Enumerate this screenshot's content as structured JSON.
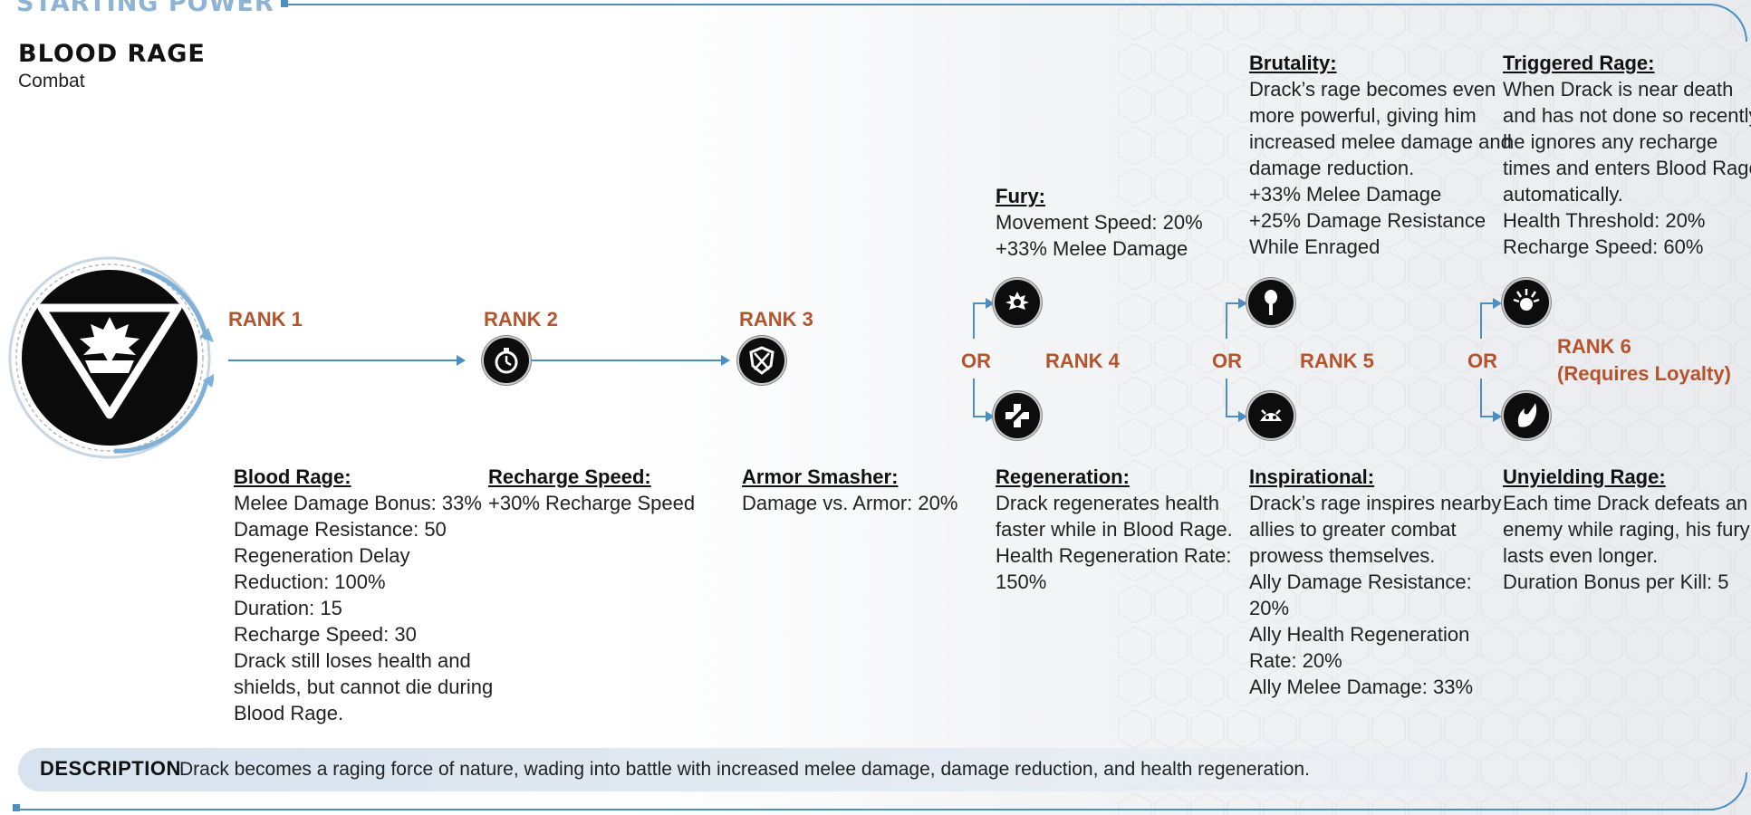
{
  "header": {
    "section": "STARTING POWER",
    "power_name": "BLOOD RAGE",
    "category": "Combat"
  },
  "ranks": [
    {
      "label": "RANK 1"
    },
    {
      "label": "RANK 2"
    },
    {
      "label": "RANK 3"
    },
    {
      "label": "RANK 4"
    },
    {
      "label": "RANK 5"
    },
    {
      "label": "RANK 6",
      "sublabel": "(Requires Loyalty)"
    }
  ],
  "or_label": "OR",
  "skills": {
    "blood_rage": {
      "title": "Blood Rage:",
      "lines": [
        "Melee Damage Bonus: 33%",
        "Damage Resistance: 50",
        "Regeneration Delay",
        "Reduction: 100%",
        "Duration: 15",
        "Recharge Speed: 30",
        "Drack still loses health and",
        "shields, but cannot die during",
        "Blood Rage."
      ]
    },
    "recharge_speed": {
      "title": "Recharge Speed:",
      "lines": [
        "+30% Recharge Speed"
      ],
      "icon": "stopwatch-icon"
    },
    "armor_smasher": {
      "title": "Armor Smasher:",
      "lines": [
        "Damage vs. Armor: 20%"
      ],
      "icon": "shield-broken-icon"
    },
    "fury": {
      "title": "Fury:",
      "lines": [
        "Movement Speed: 20%",
        "+33% Melee Damage"
      ],
      "icon": "crown-fist-icon"
    },
    "regeneration": {
      "title": "Regeneration:",
      "lines": [
        "Drack regenerates health",
        "faster while in Blood Rage.",
        "Health Regeneration Rate:",
        "150%"
      ],
      "icon": "cross-heal-icon"
    },
    "brutality": {
      "title": "Brutality:",
      "lines": [
        "Drack’s rage becomes even",
        "more powerful, giving him",
        "increased melee damage and",
        "damage reduction.",
        "+33% Melee Damage",
        "+25% Damage Resistance",
        "While Enraged"
      ],
      "icon": "torch-icon"
    },
    "inspirational": {
      "title": "Inspirational:",
      "lines": [
        "Drack’s rage inspires nearby",
        "allies to greater combat",
        "prowess themselves.",
        "Ally Damage Resistance:",
        "20%",
        "Ally Health Regeneration",
        "Rate: 20%",
        "Ally Melee Damage: 33%"
      ],
      "icon": "beast-face-icon"
    },
    "triggered_rage": {
      "title": "Triggered Rage:",
      "lines": [
        "When Drack is near death",
        "and has not done so recently,",
        "he ignores any recharge",
        "times and enters Blood Rage",
        "automatically.",
        "Health Threshold: 20%",
        "Recharge Speed: 60%"
      ],
      "icon": "burst-icon"
    },
    "unyielding_rage": {
      "title": "Unyielding Rage:",
      "lines": [
        "Each time Drack defeats an",
        "enemy while raging, his fury",
        "lasts even longer.",
        "Duration Bonus per Kill: 5"
      ],
      "icon": "flame-claw-icon"
    }
  },
  "description": {
    "label": "DESCRIPTION",
    "text": "Drack becomes a raging force of nature, wading into battle with increased melee damage, damage reduction, and health regeneration."
  },
  "colors": {
    "accent_blue": "#4d8ec2",
    "rank_orange": "#b5532c",
    "header_blue": "#8fb3d3"
  }
}
